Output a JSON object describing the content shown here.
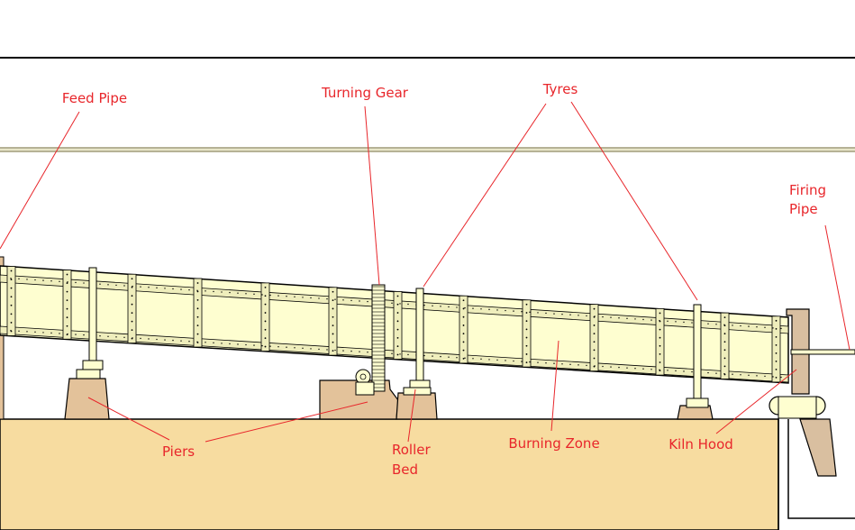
{
  "labels": {
    "feed_pipe": "Feed Pipe",
    "turning_gear": "Turning Gear",
    "tyres": "Tyres",
    "firing_pipe_line1": "Firing",
    "firing_pipe_line2": "Pipe",
    "piers": "Piers",
    "roller_bed_line1": "Roller",
    "roller_bed_line2": "Bed",
    "burning_zone": "Burning Zone",
    "kiln_hood": "Kiln Hood"
  },
  "colors": {
    "label": "#e8262b",
    "leader": "#e8262b",
    "outline": "#000000",
    "kiln_shell": "#fefed0",
    "brick_band": "#efeebc",
    "ground": "#f7dca0",
    "pier": "#e3c29a",
    "hood": "#d9bfa0",
    "beam": "#8a8458",
    "background": "#ffffff"
  }
}
